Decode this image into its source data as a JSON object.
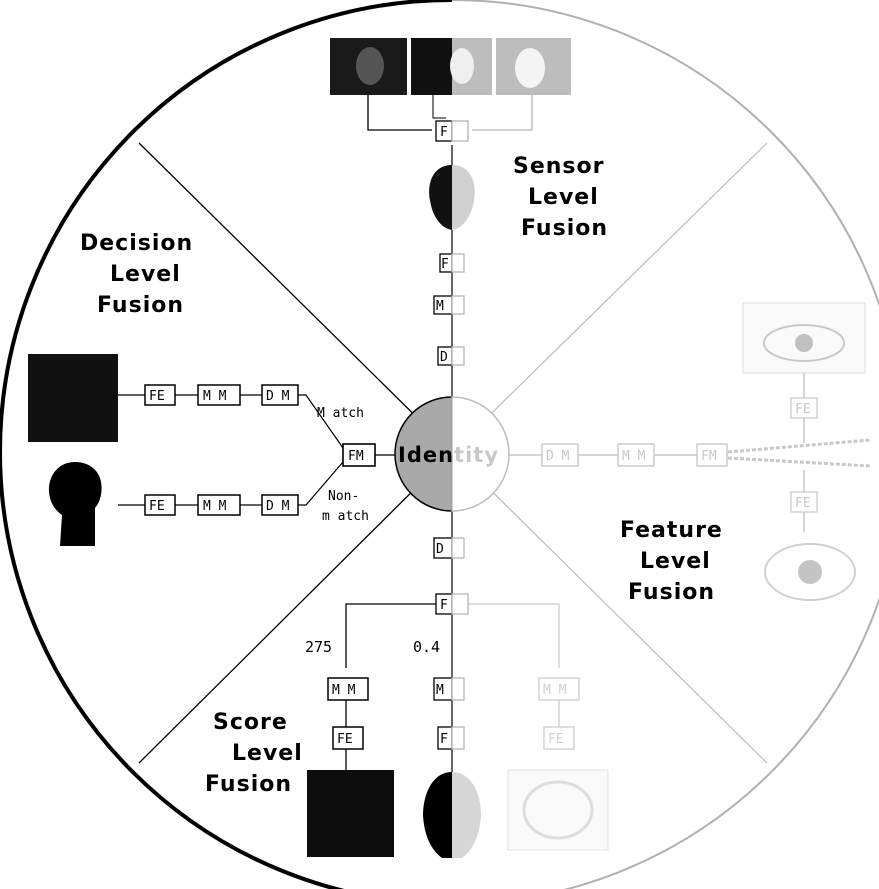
{
  "center": {
    "label": "Identity"
  },
  "regions": {
    "sensor": {
      "title_lines": [
        "Sensor",
        "Level",
        "Fusion"
      ]
    },
    "decision": {
      "title_lines": [
        "Decision",
        "Level",
        "Fusion"
      ]
    },
    "feature": {
      "title_lines": [
        "Feature",
        "Level",
        "Fusion"
      ]
    },
    "score": {
      "title_lines": [
        "Score",
        "Level",
        "Fusion"
      ]
    }
  },
  "boxes": {
    "fe": "FE",
    "mm": "M M",
    "dm": "D M",
    "fm": "FM",
    "fm_short": "F",
    "mm_short": "M",
    "dm_short": "D"
  },
  "decision_labels": {
    "match": "M atch",
    "nonmatch_line1": "Non-",
    "nonmatch_line2": "m atch"
  },
  "scores": {
    "left": "275",
    "right": "0.4"
  },
  "colors": {
    "dark_half": "#111111",
    "light_half": "#b5b5b5",
    "identity_fill_left": "#a9a9a9",
    "identity_fill_right": "#ffffff"
  }
}
